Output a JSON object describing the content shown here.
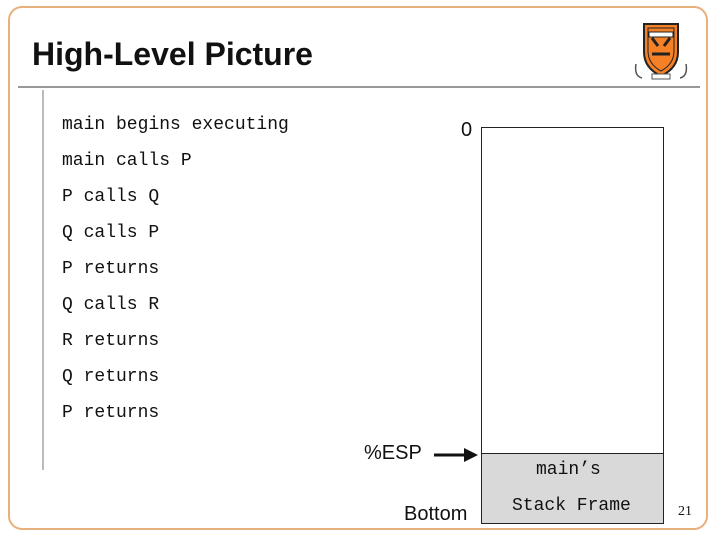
{
  "slide": {
    "title": "High-Level Picture",
    "page_number": "21"
  },
  "steps": [
    "main begins executing",
    "main calls P",
    "P calls Q",
    "Q calls P",
    "P returns",
    "Q calls R",
    "R returns",
    "Q returns",
    "P returns"
  ],
  "stack": {
    "top_label": "0",
    "pointer_label": "%ESP",
    "bottom_label": "Bottom",
    "frame_line1": "main’s",
    "frame_line2": "Stack Frame",
    "frame_color": "#d9d9d9"
  },
  "logo": {
    "icon": "princeton-shield-icon",
    "color": "#f58025"
  }
}
